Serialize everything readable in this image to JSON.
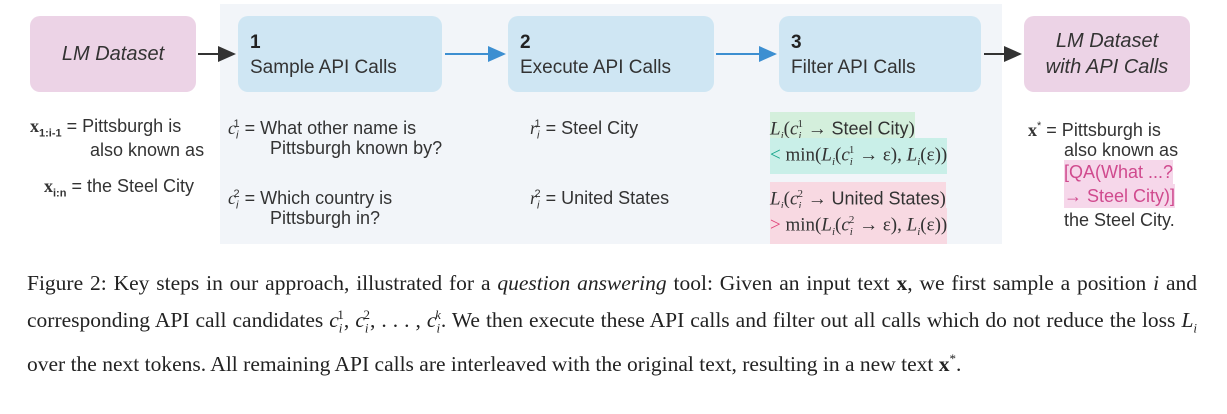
{
  "figure": {
    "left_box": {
      "label": "LM Dataset"
    },
    "right_box": {
      "line1": "LM Dataset",
      "line2": "with API Calls"
    },
    "steps": [
      {
        "num": "1",
        "label": "Sample API Calls"
      },
      {
        "num": "2",
        "label": "Execute API Calls"
      },
      {
        "num": "3",
        "label": "Filter API Calls"
      }
    ],
    "colors": {
      "pink_box": "#ecd3e6",
      "blue_box": "#cfe6f3",
      "arrow_blue": "#3d8fd1",
      "arrow_dark": "#333333",
      "qa_text": "#d04a8e"
    },
    "input": {
      "x_prefix_sub": "1:i-1",
      "x_prefix_text1": "= Pittsburgh is",
      "x_prefix_text2": "also known as",
      "x_suffix_sub": "i:n",
      "x_suffix_text": "= the Steel City"
    },
    "calls": [
      {
        "sup": "1",
        "text1": "= What other name is",
        "text2": "Pittsburgh known by?"
      },
      {
        "sup": "2",
        "text1": "= Which country is",
        "text2": "Pittsburgh in?"
      }
    ],
    "results": [
      {
        "sup": "1",
        "text": "= Steel City"
      },
      {
        "sup": "2",
        "text": "= United States"
      }
    ],
    "filter": [
      {
        "sup": "1",
        "answer": "Steel City",
        "op": "<"
      },
      {
        "sup": "2",
        "answer": "United States",
        "op": ">"
      }
    ],
    "output": {
      "text1": "= Pittsburgh is",
      "text2": "also known as",
      "qa1": "[QA(What ...?",
      "qa2": "→ Steel City)]",
      "text3": "the Steel City."
    }
  },
  "caption": {
    "label": "Figure 2:",
    "s1": "Key steps in our approach, illustrated for a",
    "s1_italic": "question answering",
    "s2": "tool: Given an input text",
    "s3": ", we first sample a position",
    "s4": "and corresponding API call candidates",
    "s5": ". We then execute these API calls and filter out all calls which do not reduce the loss",
    "s6": "over the next tokens. All remaining API calls are interleaved with the original text, resulting in a new text",
    "s7": "."
  }
}
